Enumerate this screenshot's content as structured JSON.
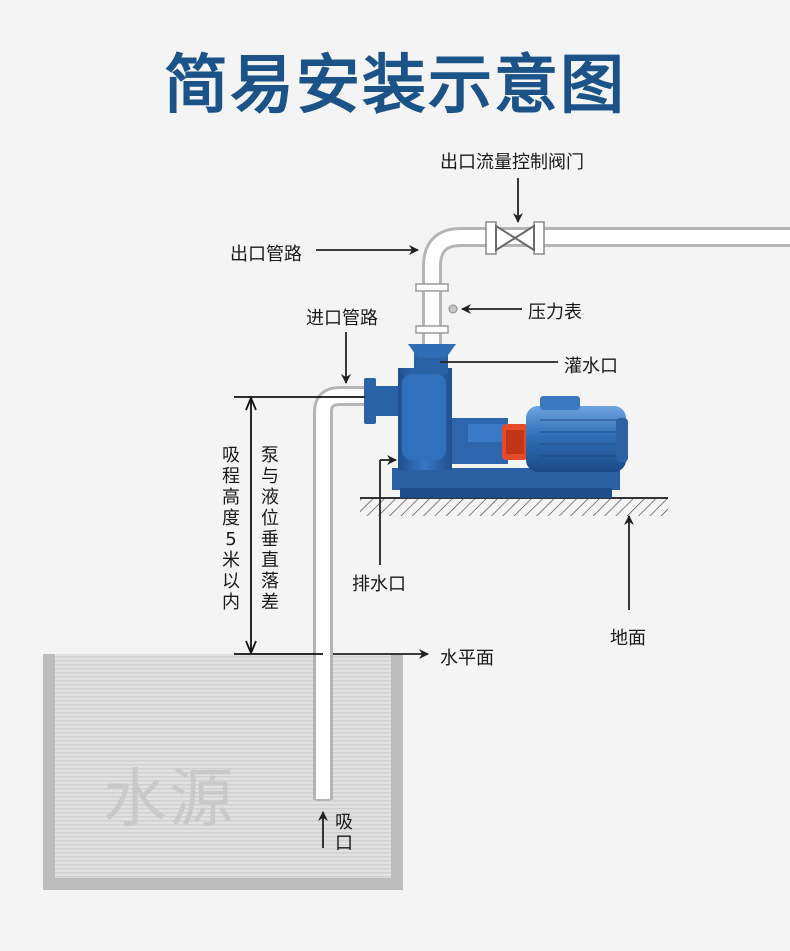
{
  "title": "简易安装示意图",
  "labels": {
    "outlet_valve": "出口流量控制阀门",
    "outlet_pipe": "出口管路",
    "pressure_gauge": "压力表",
    "inlet_pipe": "进口管路",
    "priming_port": "灌水口",
    "drain_port": "排水口",
    "ground": "地面",
    "water_level": "水平面",
    "water_source": "水源",
    "suction_port": "吸口",
    "suction_height": "吸程高度5米以内",
    "vertical_drop": "泵与液位垂直落差"
  },
  "colors": {
    "title": "#1b5388",
    "pump_body": "#2a62a8",
    "motor_body": "#3a78c0",
    "coupling": "#e34b2a",
    "pipe": "#ffffff",
    "water_tank": "#bdbdbd"
  }
}
